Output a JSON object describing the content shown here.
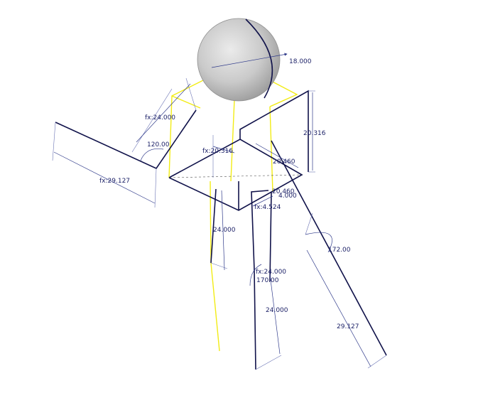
{
  "colors": {
    "background": "#ffffff",
    "geometry": "#10124a",
    "construction": "#f2ec16",
    "dimension": "#2f3a8a",
    "dimension_text": "#1a1f66",
    "sphere": "#c9c9c9"
  },
  "dimensions": {
    "head_diameter": "18.000",
    "upper_arm": "fx:24.000",
    "elbow_angle": "120.00",
    "forearm": "fx:29.127",
    "torso_depth": "fx:20.316",
    "torso_height": "20.316",
    "torso_width": "20.460",
    "hip_a": "20.460",
    "hip_b": "4.000",
    "hip_offset": "fx:4.524",
    "left_thigh": "24.000",
    "knee_right": "fx:24.000",
    "knee_angle": "170.00",
    "right_shin": "24.000",
    "right_arm_angle": "172.00",
    "right_arm_length": "29.127"
  }
}
